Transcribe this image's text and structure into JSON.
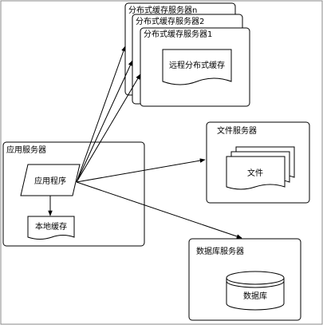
{
  "app_server": {
    "title": "应用服务器",
    "program": "应用程序",
    "local_cache": "本地缓存"
  },
  "cache_servers": {
    "server_n": "分布式缓存服务器n",
    "server_2": "分布式缓存服务器2",
    "server_1": "分布式缓存服务器1",
    "remote_cache": "远程分布式缓存"
  },
  "file_server": {
    "title": "文件服务器",
    "file": "文件"
  },
  "db_server": {
    "title": "数据库服务器",
    "database": "数据库"
  },
  "colors": {
    "stroke": "#000000",
    "fill": "#ffffff",
    "border": "#888888"
  }
}
